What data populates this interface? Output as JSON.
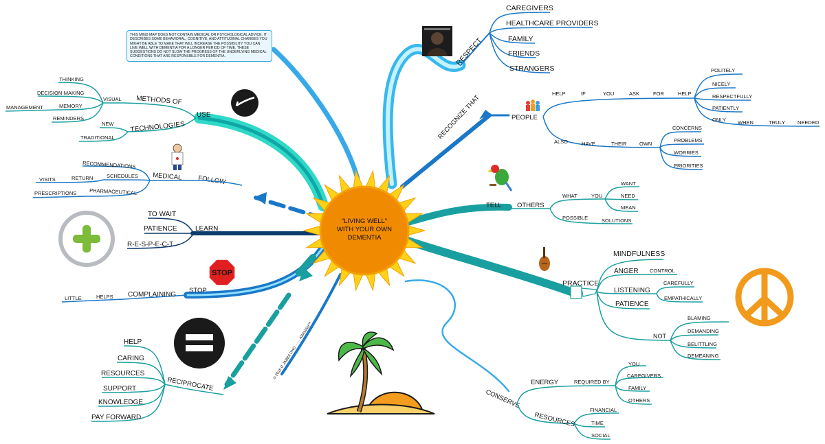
{
  "disclaimer": "THIS MIND MAP DOES NOT CONTAIN MEDICAL OR PSYCHOLOGICAL ADVICE. IT DESCRIBES SOME BEHAVIORAL, COGNITIVE, AND ATTITUDINAL CHANGES YOU MIGHT BE ABLE TO MAKE THAT WILL INCREASE THE POSSIBILITY YOU CAN LIVE WELL WITH DEMENTIA FOR A LONGER PERIOD OF TIME. THESE SUGGESTIONS DO NOT SLOW THE PROGRESS OF THE UNDERLYING MEDICAL CONDITIONS THAT ARE RESPONSIBLE FOR DEMENTIA.",
  "center": {
    "line1": "\"LIVING WELL\"",
    "line2": "WITH YOUR OWN",
    "line3": "DEMENTIA"
  },
  "copyright": "© 2016 G JABBA DHO ······ ABAMAH™",
  "respect": {
    "label": "RESPECT",
    "items": [
      "CAREGIVERS",
      "HEALTHCARE PROVIDERS",
      "FAMILY",
      "FRIENDS",
      "STRANGERS"
    ]
  },
  "recognize": {
    "label": "RECOGNIZE THAT",
    "people": "PEOPLE",
    "help_words": [
      "HELP",
      "IF",
      "YOU",
      "ASK",
      "FOR",
      "HELP"
    ],
    "help_items": [
      "POLITELY",
      "NICELY",
      "RESPECTFULLY",
      "PATIENTLY"
    ],
    "only_words": [
      "ONLY",
      "WHEN",
      "TRULY",
      "NEEDED"
    ],
    "also_words": [
      "ALSO",
      "HAVE",
      "THEIR",
      "OWN"
    ],
    "own_items": [
      "CONCERNS",
      "PROBLEMS",
      "WORRIES",
      "PRIORITIES"
    ]
  },
  "tell": {
    "label": "TELL",
    "others": "OTHERS",
    "what": "WHAT",
    "you": "YOU",
    "you_items": [
      "WANT",
      "NEED",
      "MEAN"
    ],
    "possible": "POSSIBLE",
    "solutions": "SOLUTIONS"
  },
  "practice": {
    "label": "PRACTICE",
    "items": [
      "MINDFULNESS",
      "ANGER",
      "LISTENING",
      "PATIENCE",
      "NOT"
    ],
    "anger_sub": "CONTROL",
    "listening_sub": [
      "CAREFULLY",
      "EMPATHICALLY"
    ],
    "not_items": [
      "BLAMING",
      "DEMANDING",
      "BELITTLING",
      "DEMEANING"
    ]
  },
  "conserve": {
    "label": "CONSERVE",
    "energy": "ENERGY",
    "required_by": "REQUIRED BY",
    "energy_items": [
      "YOU",
      "CAREGIVERS",
      "FAMILY",
      "OTHERS"
    ],
    "resources": "RESOURCES",
    "resource_items": [
      "FINANCIAL",
      "TIME",
      "SOCIAL"
    ]
  },
  "use": {
    "label": "USE",
    "methods": "METHODS OF",
    "visual": "VISUAL",
    "visual_items": [
      "THINKING",
      "DECISION-MAKING",
      "MEMORY",
      "REMINDERS"
    ],
    "management": "MANAGEMENT",
    "technologies": "TECHNOLOGIES",
    "tech_items": [
      "NEW",
      "TRADITIONAL"
    ]
  },
  "follow": {
    "label": "FOLLOW",
    "medical": "MEDICAL",
    "recommendations": "RECOMMENDATIONS",
    "schedules": "SCHEDULES",
    "return": "RETURN",
    "visits": "VISITS",
    "pharmaceutical": "PHARMACEUTICAL",
    "prescriptions": "PRESCRIPTIONS"
  },
  "learn": {
    "label": "LEARN",
    "patience": "PATIENCE",
    "to_wait": "TO WAIT",
    "respect": "R-E-S-P-E-C-T"
  },
  "stop": {
    "label": "STOP",
    "complaining": "COMPLAINING",
    "helps": "HELPS",
    "little": "LITTLE",
    "sign": "STOP"
  },
  "reciprocate": {
    "label": "RECIPROCATE",
    "items": [
      "HELP",
      "CARING",
      "RESOURCES",
      "SUPPORT",
      "KNOWLEDGE",
      "PAY FORWARD"
    ]
  },
  "colors": {
    "sun": "#f5a100",
    "sun_rays": "#ffd21a",
    "center": "#f08a00",
    "teal": "#1a9fa0",
    "blue": "#1a78c8",
    "cyan": "#3fd6c6",
    "navy": "#0c3c6c",
    "light_blue": "#37a9e8",
    "peace": "#f29a1c",
    "plus": "#7dbb3a",
    "stop": "#e02020"
  }
}
